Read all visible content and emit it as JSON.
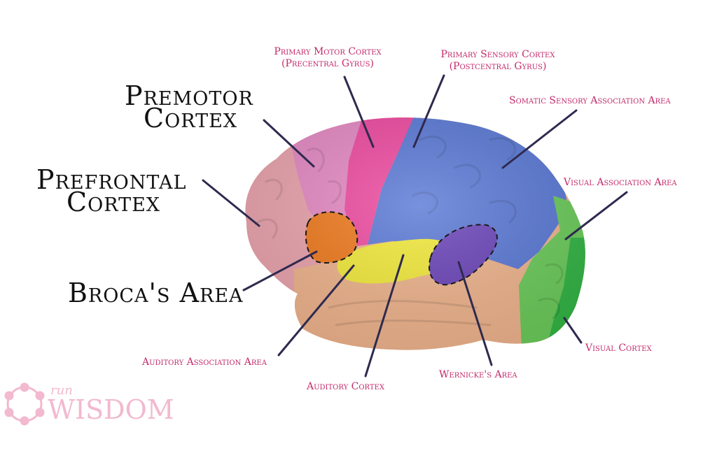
{
  "labels": {
    "premotor_line1": "Premotor",
    "premotor_line2": "Cortex",
    "prefrontal_line1": "Prefrontal",
    "prefrontal_line2": "Cortex",
    "brocas_area": "Broca's Area",
    "primary_motor_line1": "Primary Motor Cortex",
    "primary_motor_line2": "(Precentral Gyrus)",
    "primary_sensory_line1": "Primary Sensory Cortex",
    "primary_sensory_line2": "(Postcentral Gyrus)",
    "somatic_sensory_association": "Somatic Sensory Association Area",
    "visual_association": "Visual Association Area",
    "visual_cortex": "Visual Cortex",
    "wernickes_area": "Wernicke's Area",
    "auditory_cortex": "Auditory Cortex",
    "auditory_association": "Auditory Association Area"
  },
  "watermark": {
    "small_word": "run",
    "big_word": "WISDOM"
  },
  "colors": {
    "large_label": "#111111",
    "small_label": "#c22a6a",
    "leader_line": "#2e2a4f",
    "premotor": "#e58ac4",
    "prefrontal": "#eaa3ad",
    "primary_motor": "#ee4aa0",
    "sensory_association": "#5b79d6",
    "visual_association": "#6ccb5b",
    "visual_cortex": "#33b545",
    "temporal": "#efb48d",
    "auditory_cortex": "#f2ea3a",
    "wernicke": "#6b44b9",
    "broca": "#f07a1e",
    "watermark": "#f2b9cf"
  }
}
